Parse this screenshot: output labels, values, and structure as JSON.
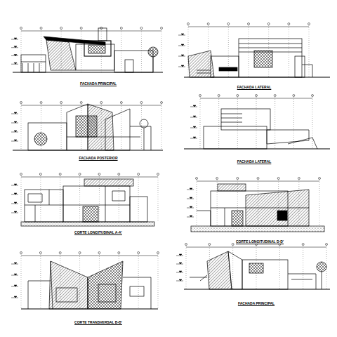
{
  "diagram": {
    "labels": [
      "FACHADA PRINCIPAL",
      "FACHADA LATERAL",
      "FACHADA POSTERIOR",
      "FACHADA LATERAL",
      "CORTE LONGITUDINAL A-A'",
      "CORTE LONGITUDINAL D-D'",
      "CORTE TRANSVERSAL B-B'",
      "FACHADA PRINCIPAL"
    ]
  }
}
